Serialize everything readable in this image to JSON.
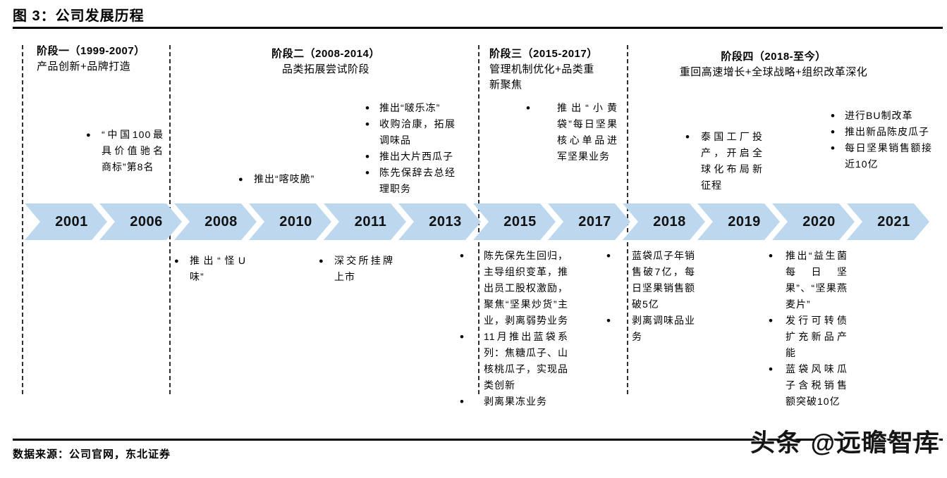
{
  "figure": {
    "title": "图 3：公司发展历程",
    "source": "数据来源：公司官网，东北证券",
    "watermark": "头条 @远瞻智库"
  },
  "colors": {
    "chevron_fill": "#BDD7EE",
    "rule": "#000000",
    "dashed_divider": "#2f2f2f"
  },
  "stages": [
    {
      "label": "阶段一（1999-2007）",
      "subtitle": "产品创新+品牌打造"
    },
    {
      "label": "阶段二（2008-2014）",
      "subtitle": "品类拓展尝试阶段"
    },
    {
      "label": "阶段三（2015-2017）",
      "subtitle": "管理机制优化+品类重新聚焦"
    },
    {
      "label": "阶段四（2018-至今）",
      "subtitle": "重回高速增长+全球战略+组织改革深化"
    }
  ],
  "timeline": {
    "years": [
      "2001",
      "2006",
      "2008",
      "2010",
      "2011",
      "2013",
      "2015",
      "2017",
      "2018",
      "2019",
      "2020",
      "2021"
    ]
  },
  "events": {
    "s1_above": [
      "“中国100最具价值驰名商标”第8名"
    ],
    "s2_above_left": [
      "推出“喀吱脆”"
    ],
    "s2_above_right": [
      "推出“啵乐冻”",
      "收购洽康，拓展调味品",
      "推出大片西瓜子",
      "陈先保辞去总经理职务"
    ],
    "s3_above": [
      "推出“小黄袋”每日坚果核心单品进军坚果业务"
    ],
    "s4_above_left": [
      "泰国工厂投产，开启全球化布局新征程"
    ],
    "s4_above_right": [
      "进行BU制改革",
      "推出新品陈皮瓜子",
      "每日坚果销售额接近10亿"
    ],
    "s2_below_left": [
      "推出“怪U味”"
    ],
    "s2_below_right": [
      "深交所挂牌上市"
    ],
    "s3_below": [
      "陈先保先生回归，主导组织变革，推出员工股权激励，聚焦“坚果炒货”主业，剥离弱势业务",
      "11月推出蓝袋系列：焦糖瓜子、山核桃瓜子，实现品类创新",
      "剥离果冻业务"
    ],
    "s4_below_left": [
      "蓝袋瓜子年销售破7亿，每日坚果销售额破5亿",
      "剥离调味品业务"
    ],
    "s4_below_right": [
      "推出“益生菌每日坚果”、“坚果燕麦片”",
      "发行可转债扩充新品产能",
      "蓝袋风味瓜子含税销售额突破10亿"
    ]
  }
}
